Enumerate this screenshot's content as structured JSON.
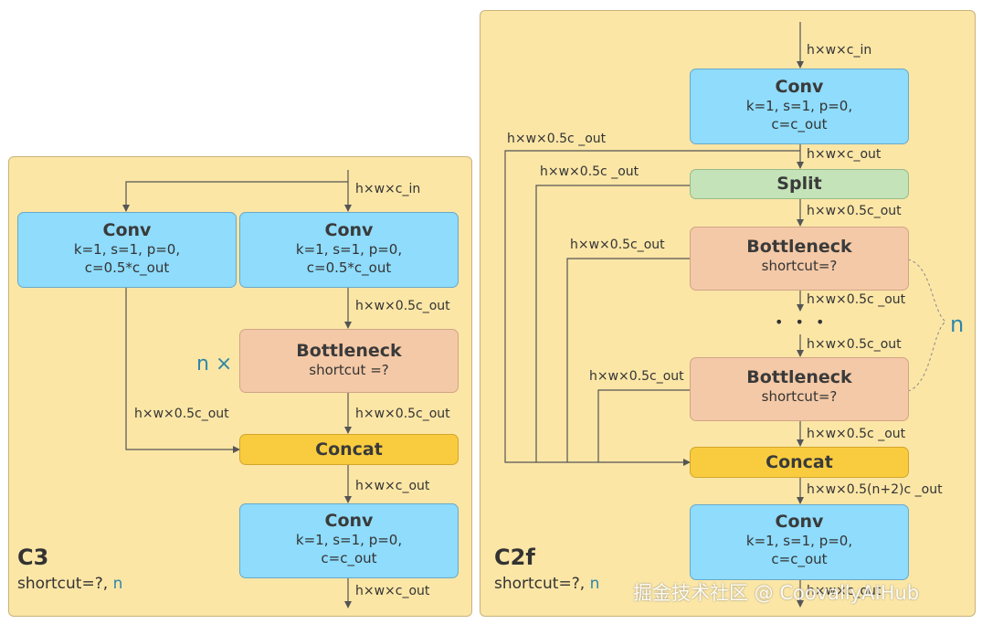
{
  "c3": {
    "name": "C3",
    "params": "shortcut=?,",
    "n": "n",
    "n_times": "n ×",
    "conv_left": {
      "title": "Conv",
      "line1": "k=1, s=1, p=0,",
      "line2": "c=0.5*c_out"
    },
    "conv_right": {
      "title": "Conv",
      "line1": "k=1, s=1, p=0,",
      "line2": "c=0.5*c_out"
    },
    "bottleneck": {
      "title": "Bottleneck",
      "line1": "shortcut =?"
    },
    "concat": {
      "title": "Concat"
    },
    "conv_out": {
      "title": "Conv",
      "line1": "k=1, s=1, p=0,",
      "line2": "c=c_out"
    },
    "labels": {
      "in": "h×w×c_in",
      "after_conv": "h×w×0.5c_out",
      "after_bottleneck": "h×w×0.5c_out",
      "left_branch": "h×w×0.5c_out",
      "after_concat": "h×w×c_out",
      "out": "h×w×c_out"
    }
  },
  "c2f": {
    "name": "C2f",
    "params": "shortcut=?,",
    "n": "n",
    "conv_in": {
      "title": "Conv",
      "line1": "k=1, s=1, p=0,",
      "line2": "c=c_out"
    },
    "split": {
      "title": "Split"
    },
    "bottleneck1": {
      "title": "Bottleneck",
      "line1": "shortcut=?"
    },
    "dots": "• • •",
    "bottleneck2": {
      "title": "Bottleneck",
      "line1": "shortcut=?"
    },
    "concat": {
      "title": "Concat"
    },
    "conv_out": {
      "title": "Conv",
      "line1": "k=1, s=1, p=0,",
      "line2": "c=c_out"
    },
    "brace_n": "n",
    "labels": {
      "in": "h×w×c_in",
      "after_conv": "h×w×c_out",
      "branch_outer": "h×w×0.5c _out",
      "branch_split": "h×w×0.5c _out",
      "after_split": "h×w×0.5c_out",
      "branch_b1": "h×w×0.5c_out",
      "after_b1": "h×w×0.5c _out",
      "before_b2": "h×w×0.5c_out",
      "branch_b2": "h×w×0.5c_out",
      "after_b2": "h×w×0.5c _out",
      "after_concat": "h×w×0.5(n+2)c _out",
      "out": "h×w×c_out"
    }
  },
  "watermark": "掘金技术社区 @ CoovallyAIHub"
}
